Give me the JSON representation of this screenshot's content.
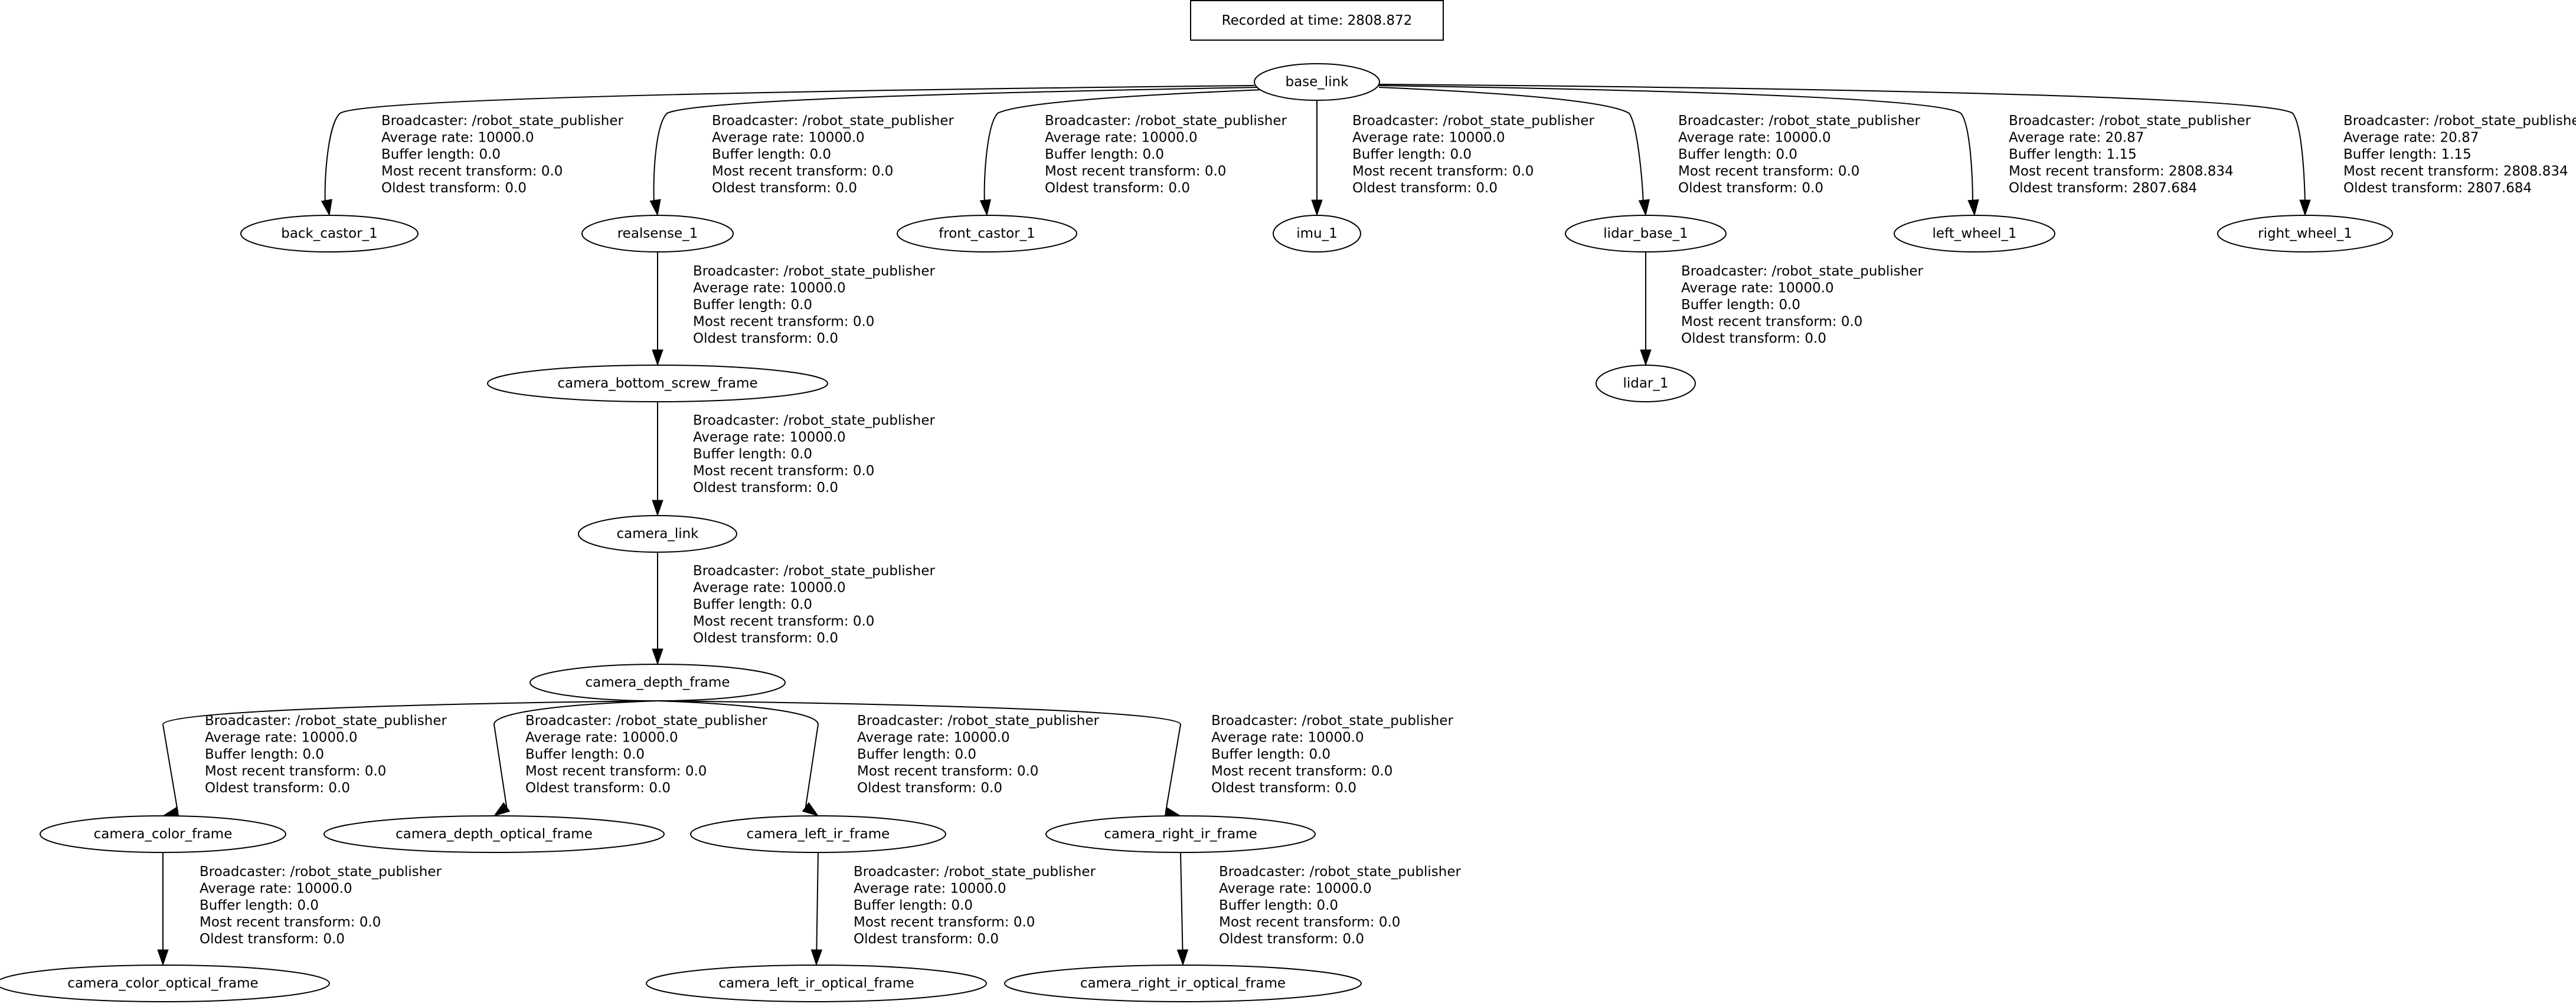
{
  "header": {
    "text": "Recorded at time: 2808.872"
  },
  "nodes": [
    {
      "id": "base_link",
      "label": "base_link"
    },
    {
      "id": "back_castor_1",
      "label": "back_castor_1"
    },
    {
      "id": "realsense_1",
      "label": "realsense_1"
    },
    {
      "id": "front_castor_1",
      "label": "front_castor_1"
    },
    {
      "id": "imu_1",
      "label": "imu_1"
    },
    {
      "id": "lidar_base_1",
      "label": "lidar_base_1"
    },
    {
      "id": "left_wheel_1",
      "label": "left_wheel_1"
    },
    {
      "id": "right_wheel_1",
      "label": "right_wheel_1"
    },
    {
      "id": "camera_bottom_screw_frame",
      "label": "camera_bottom_screw_frame"
    },
    {
      "id": "lidar_1",
      "label": "lidar_1"
    },
    {
      "id": "camera_link",
      "label": "camera_link"
    },
    {
      "id": "camera_depth_frame",
      "label": "camera_depth_frame"
    },
    {
      "id": "camera_color_frame",
      "label": "camera_color_frame"
    },
    {
      "id": "camera_depth_optical_frame",
      "label": "camera_depth_optical_frame"
    },
    {
      "id": "camera_left_ir_frame",
      "label": "camera_left_ir_frame"
    },
    {
      "id": "camera_right_ir_frame",
      "label": "camera_right_ir_frame"
    },
    {
      "id": "camera_color_optical_frame",
      "label": "camera_color_optical_frame"
    },
    {
      "id": "camera_left_ir_optical_frame",
      "label": "camera_left_ir_optical_frame"
    },
    {
      "id": "camera_right_ir_optical_frame",
      "label": "camera_right_ir_optical_frame"
    }
  ],
  "edges": [
    {
      "from": "base_link",
      "to": "back_castor_1",
      "label": [
        "Broadcaster: /robot_state_publisher",
        "Average rate: 10000.0",
        "Buffer length: 0.0",
        "Most recent transform: 0.0",
        "Oldest transform: 0.0"
      ]
    },
    {
      "from": "base_link",
      "to": "realsense_1",
      "label": [
        "Broadcaster: /robot_state_publisher",
        "Average rate: 10000.0",
        "Buffer length: 0.0",
        "Most recent transform: 0.0",
        "Oldest transform: 0.0"
      ]
    },
    {
      "from": "base_link",
      "to": "front_castor_1",
      "label": [
        "Broadcaster: /robot_state_publisher",
        "Average rate: 10000.0",
        "Buffer length: 0.0",
        "Most recent transform: 0.0",
        "Oldest transform: 0.0"
      ]
    },
    {
      "from": "base_link",
      "to": "imu_1",
      "label": [
        "Broadcaster: /robot_state_publisher",
        "Average rate: 10000.0",
        "Buffer length: 0.0",
        "Most recent transform: 0.0",
        "Oldest transform: 0.0"
      ]
    },
    {
      "from": "base_link",
      "to": "lidar_base_1",
      "label": [
        "Broadcaster: /robot_state_publisher",
        "Average rate: 10000.0",
        "Buffer length: 0.0",
        "Most recent transform: 0.0",
        "Oldest transform: 0.0"
      ]
    },
    {
      "from": "base_link",
      "to": "left_wheel_1",
      "label": [
        "Broadcaster: /robot_state_publisher",
        "Average rate: 20.87",
        "Buffer length: 1.15",
        "Most recent transform: 2808.834",
        "Oldest transform: 2807.684"
      ]
    },
    {
      "from": "base_link",
      "to": "right_wheel_1",
      "label": [
        "Broadcaster: /robot_state_publisher",
        "Average rate: 20.87",
        "Buffer length: 1.15",
        "Most recent transform: 2808.834",
        "Oldest transform: 2807.684"
      ]
    },
    {
      "from": "realsense_1",
      "to": "camera_bottom_screw_frame",
      "label": [
        "Broadcaster: /robot_state_publisher",
        "Average rate: 10000.0",
        "Buffer length: 0.0",
        "Most recent transform: 0.0",
        "Oldest transform: 0.0"
      ]
    },
    {
      "from": "lidar_base_1",
      "to": "lidar_1",
      "label": [
        "Broadcaster: /robot_state_publisher",
        "Average rate: 10000.0",
        "Buffer length: 0.0",
        "Most recent transform: 0.0",
        "Oldest transform: 0.0"
      ]
    },
    {
      "from": "camera_bottom_screw_frame",
      "to": "camera_link",
      "label": [
        "Broadcaster: /robot_state_publisher",
        "Average rate: 10000.0",
        "Buffer length: 0.0",
        "Most recent transform: 0.0",
        "Oldest transform: 0.0"
      ]
    },
    {
      "from": "camera_link",
      "to": "camera_depth_frame",
      "label": [
        "Broadcaster: /robot_state_publisher",
        "Average rate: 10000.0",
        "Buffer length: 0.0",
        "Most recent transform: 0.0",
        "Oldest transform: 0.0"
      ]
    },
    {
      "from": "camera_depth_frame",
      "to": "camera_color_frame",
      "label": [
        "Broadcaster: /robot_state_publisher",
        "Average rate: 10000.0",
        "Buffer length: 0.0",
        "Most recent transform: 0.0",
        "Oldest transform: 0.0"
      ]
    },
    {
      "from": "camera_depth_frame",
      "to": "camera_depth_optical_frame",
      "label": [
        "Broadcaster: /robot_state_publisher",
        "Average rate: 10000.0",
        "Buffer length: 0.0",
        "Most recent transform: 0.0",
        "Oldest transform: 0.0"
      ]
    },
    {
      "from": "camera_depth_frame",
      "to": "camera_left_ir_frame",
      "label": [
        "Broadcaster: /robot_state_publisher",
        "Average rate: 10000.0",
        "Buffer length: 0.0",
        "Most recent transform: 0.0",
        "Oldest transform: 0.0"
      ]
    },
    {
      "from": "camera_depth_frame",
      "to": "camera_right_ir_frame",
      "label": [
        "Broadcaster: /robot_state_publisher",
        "Average rate: 10000.0",
        "Buffer length: 0.0",
        "Most recent transform: 0.0",
        "Oldest transform: 0.0"
      ]
    },
    {
      "from": "camera_color_frame",
      "to": "camera_color_optical_frame",
      "label": [
        "Broadcaster: /robot_state_publisher",
        "Average rate: 10000.0",
        "Buffer length: 0.0",
        "Most recent transform: 0.0",
        "Oldest transform: 0.0"
      ]
    },
    {
      "from": "camera_left_ir_frame",
      "to": "camera_left_ir_optical_frame",
      "label": [
        "Broadcaster: /robot_state_publisher",
        "Average rate: 10000.0",
        "Buffer length: 0.0",
        "Most recent transform: 0.0",
        "Oldest transform: 0.0"
      ]
    },
    {
      "from": "camera_right_ir_frame",
      "to": "camera_right_ir_optical_frame",
      "label": [
        "Broadcaster: /robot_state_publisher",
        "Average rate: 10000.0",
        "Buffer length: 0.0",
        "Most recent transform: 0.0",
        "Oldest transform: 0.0"
      ]
    }
  ]
}
